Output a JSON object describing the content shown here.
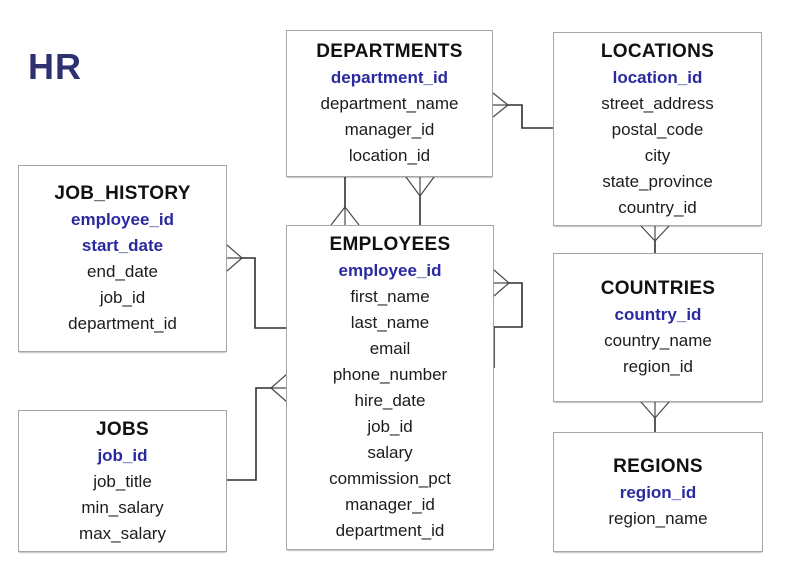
{
  "diagram": {
    "schema_label": "HR",
    "colors": {
      "background": "#ffffff",
      "schema_label": "#2d3170",
      "entity_title": "#111111",
      "field_text": "#1c1c1c",
      "primary_key_text": "#2a2aa0",
      "entity_border": "#a6a6a6",
      "connector": "#2f2f2f"
    },
    "entities": [
      {
        "name": "DEPARTMENTS",
        "rows": [
          {
            "name": "department_id",
            "pk": true
          },
          {
            "name": "department_name"
          },
          {
            "name": "manager_id"
          },
          {
            "name": "location_id"
          }
        ]
      },
      {
        "name": "LOCATIONS",
        "rows": [
          {
            "name": "location_id",
            "pk": true
          },
          {
            "name": "street_address"
          },
          {
            "name": "postal_code"
          },
          {
            "name": "city"
          },
          {
            "name": "state_province"
          },
          {
            "name": "country_id"
          }
        ]
      },
      {
        "name": "JOB_HISTORY",
        "rows": [
          {
            "name": "employee_id",
            "pk": true
          },
          {
            "name": "start_date",
            "pk": true
          },
          {
            "name": "end_date"
          },
          {
            "name": "job_id"
          },
          {
            "name": "department_id"
          }
        ]
      },
      {
        "name": "EMPLOYEES",
        "rows": [
          {
            "name": "employee_id",
            "pk": true
          },
          {
            "name": "first_name"
          },
          {
            "name": "last_name"
          },
          {
            "name": "email"
          },
          {
            "name": "phone_number"
          },
          {
            "name": "hire_date"
          },
          {
            "name": "job_id"
          },
          {
            "name": "salary"
          },
          {
            "name": "commission_pct"
          },
          {
            "name": "manager_id"
          },
          {
            "name": "department_id"
          }
        ]
      },
      {
        "name": "JOBS",
        "rows": [
          {
            "name": "job_id",
            "pk": true
          },
          {
            "name": "job_title"
          },
          {
            "name": "min_salary"
          },
          {
            "name": "max_salary"
          }
        ]
      },
      {
        "name": "COUNTRIES",
        "rows": [
          {
            "name": "country_id",
            "pk": true
          },
          {
            "name": "country_name"
          },
          {
            "name": "region_id"
          }
        ]
      },
      {
        "name": "REGIONS",
        "rows": [
          {
            "name": "region_id",
            "pk": true
          },
          {
            "name": "region_name"
          }
        ]
      }
    ],
    "relationships": [
      {
        "from": "DEPARTMENTS",
        "to": "LOCATIONS",
        "crow_foot_at": "DEPARTMENTS"
      },
      {
        "from": "EMPLOYEES",
        "to": "DEPARTMENTS",
        "crow_foot_at": "EMPLOYEES"
      },
      {
        "from": "DEPARTMENTS",
        "to": "EMPLOYEES",
        "crow_foot_at": "DEPARTMENTS"
      },
      {
        "from": "JOB_HISTORY",
        "to": "EMPLOYEES",
        "crow_foot_at": "JOB_HISTORY"
      },
      {
        "from": "EMPLOYEES",
        "to": "JOBS",
        "crow_foot_at": "EMPLOYEES"
      },
      {
        "from": "EMPLOYEES",
        "to": "EMPLOYEES",
        "crow_foot_at": "EMPLOYEES",
        "note": "self-reference manager"
      },
      {
        "from": "LOCATIONS",
        "to": "COUNTRIES",
        "crow_foot_at": "LOCATIONS"
      },
      {
        "from": "COUNTRIES",
        "to": "REGIONS",
        "crow_foot_at": "COUNTRIES"
      }
    ]
  }
}
